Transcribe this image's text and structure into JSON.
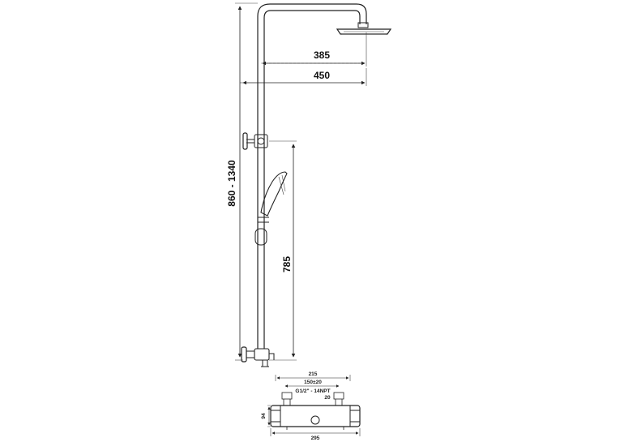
{
  "dimensions": {
    "arm_385": "385",
    "arm_450": "450",
    "height_range": "860 - 1340",
    "bar_785": "785"
  },
  "mixer_dimensions": {
    "width_215": "215",
    "spacing_150": "150±20",
    "thread": "G1/2\" - 14NPT",
    "depth_20": "20",
    "height_94": "94",
    "base_295": "295"
  },
  "colors": {
    "line": "#222222",
    "background": "#ffffff"
  }
}
